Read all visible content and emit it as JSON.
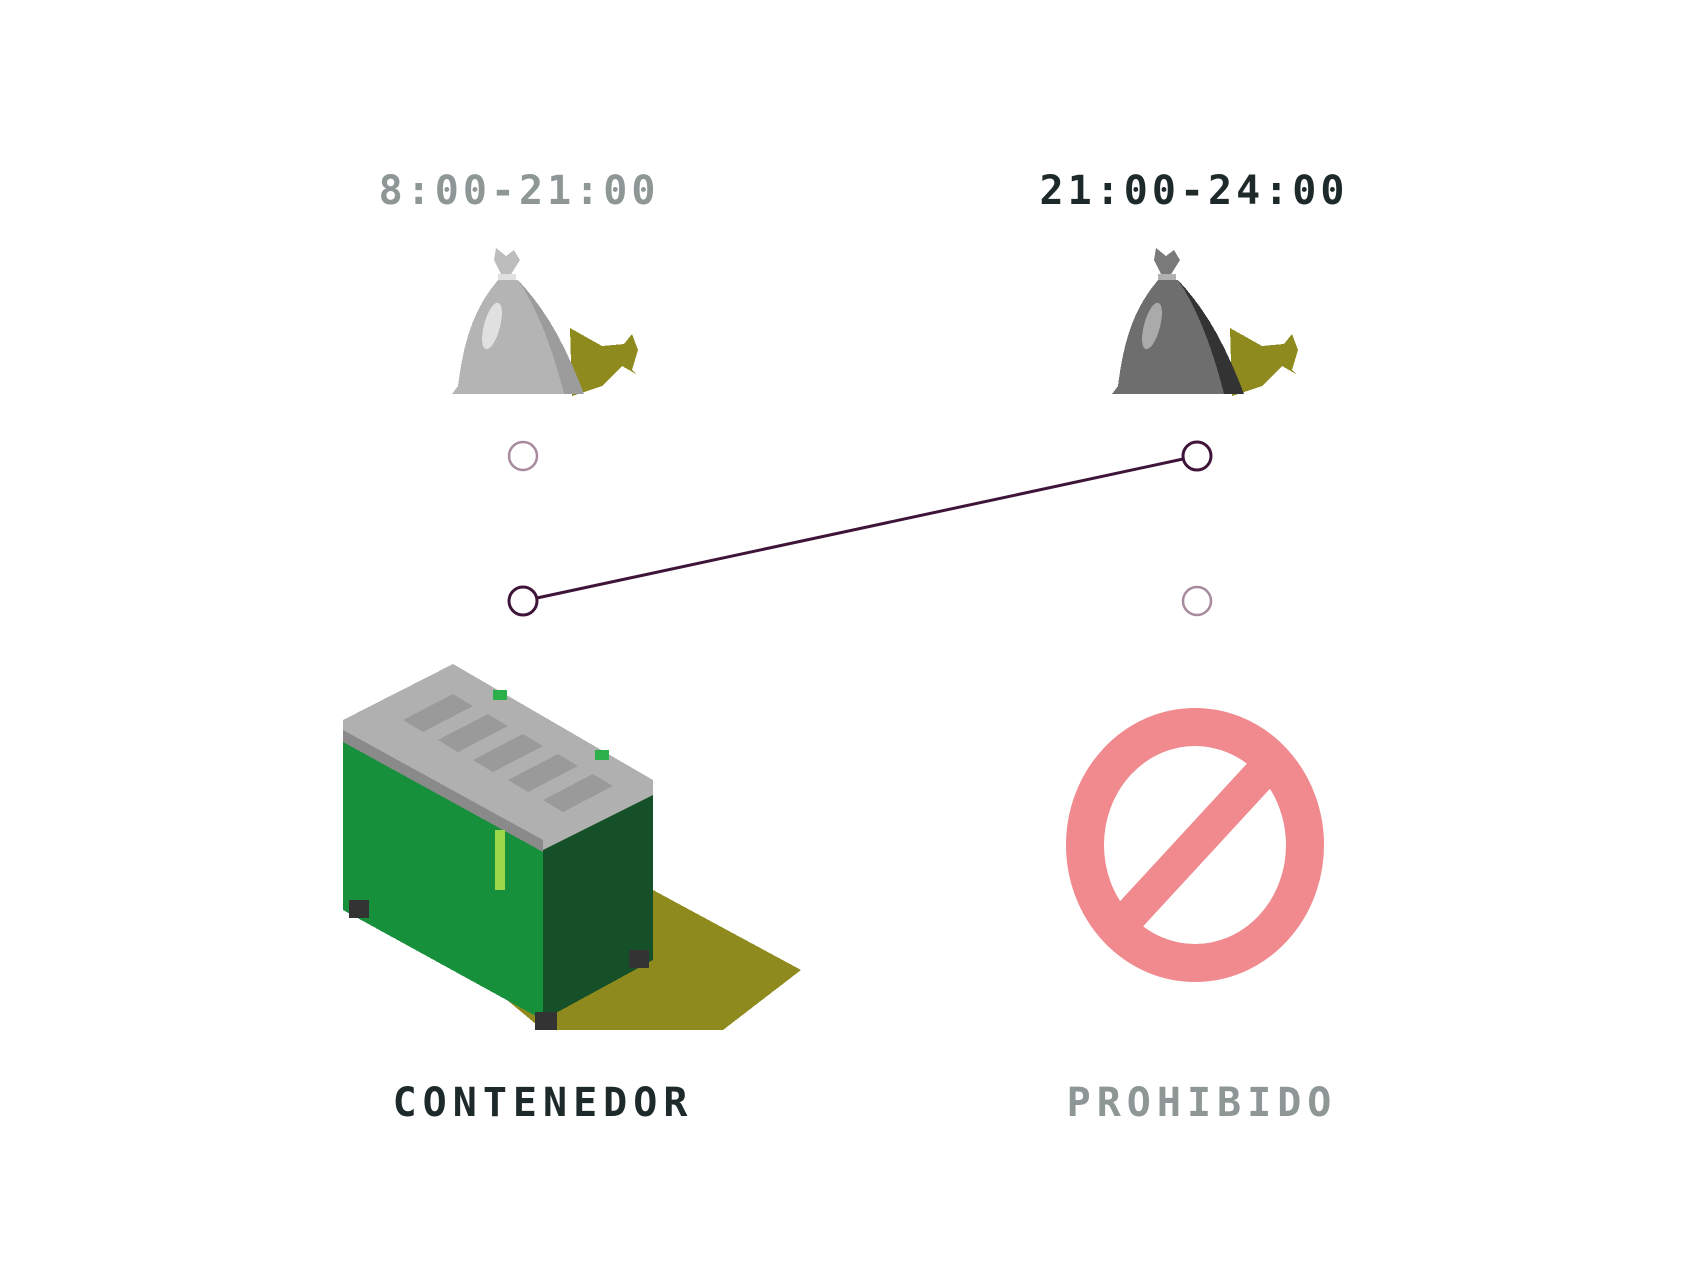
{
  "times": {
    "day": {
      "label": "8:00-21:00",
      "bag_color": "#b4b4b4",
      "text_color": "#8e9696"
    },
    "night": {
      "label": "21:00-24:00",
      "bag_color": "#6e6e6e",
      "text_color": "#1e2a2a"
    }
  },
  "destinations": {
    "container": {
      "label": "CONTENEDOR",
      "text_color": "#1e2a2a"
    },
    "forbidden": {
      "label": "PROHIBIDO",
      "text_color": "#8e9696"
    }
  },
  "connection": {
    "from": "night",
    "to": "container",
    "color": "#3e1538"
  },
  "colors": {
    "shadow": "#8f8a1e",
    "dumpster_green": "#16903a",
    "forbidden_red": "#f08a8e",
    "inactive_node": "#a88a9e"
  }
}
